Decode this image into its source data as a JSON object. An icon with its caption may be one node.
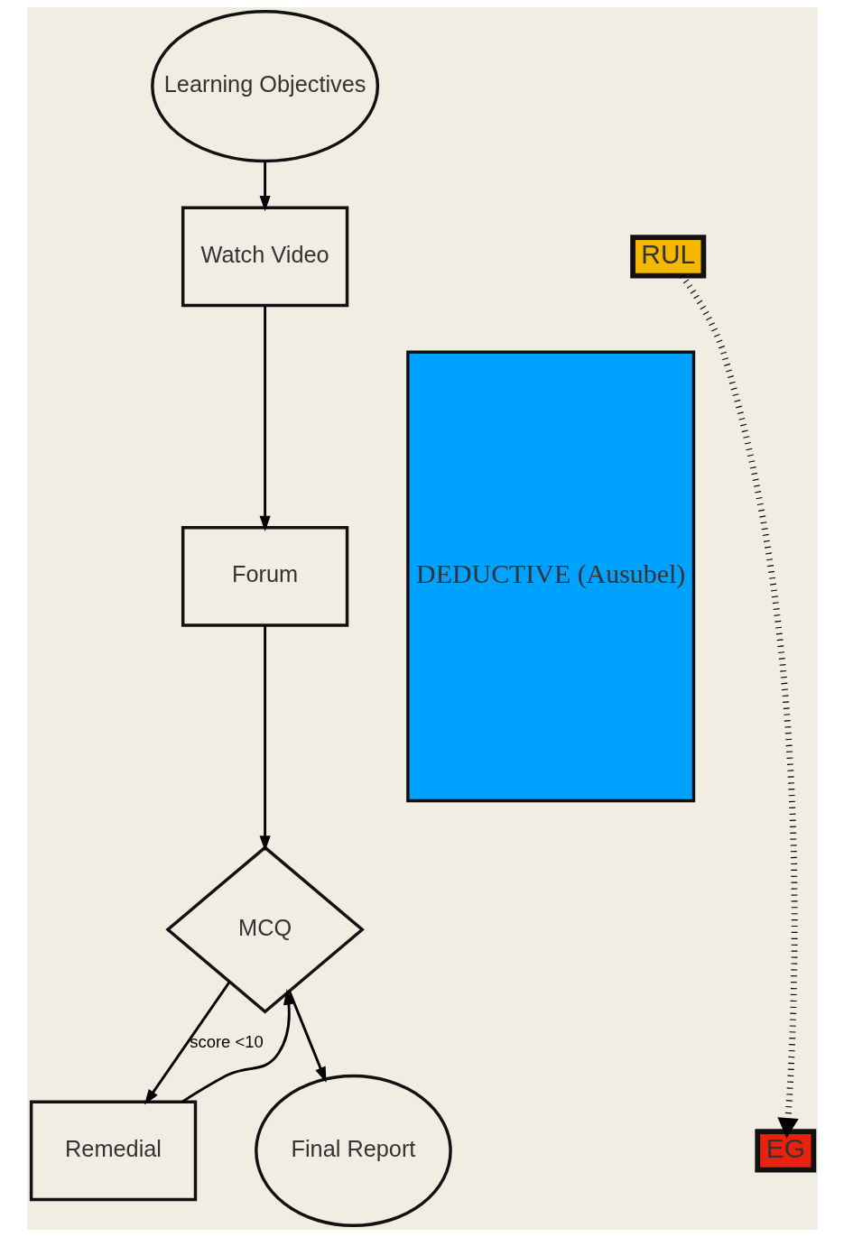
{
  "diagram": {
    "nodes": [
      {
        "text": [
          "Learning Objectives"
        ]
      },
      {
        "text": [
          "Watch Video"
        ]
      },
      {
        "text": [
          "Forum"
        ]
      },
      {
        "text": [
          "MCQ"
        ]
      },
      {
        "text": [
          "Remedial"
        ]
      },
      {
        "text": [
          "Final Report"
        ]
      },
      {
        "text": [
          "RUL"
        ]
      },
      {
        "text": [
          "DEDUCTIVE (Ausubel)"
        ]
      },
      {
        "text": [
          "EG"
        ]
      }
    ],
    "edges": [
      {
        "from": 0,
        "to": 1,
        "arrow": "to"
      },
      {
        "from": 1,
        "to": 2,
        "arrow": "to"
      },
      {
        "from": 2,
        "to": 3,
        "arrow": "to"
      },
      {
        "from": 3,
        "to": 4,
        "arrow": "to",
        "label": "score <10"
      },
      {
        "from": 4,
        "to": 3,
        "arrow": "to"
      },
      {
        "from": 3,
        "to": 5,
        "arrow": "to"
      },
      {
        "from": 6,
        "to": 8,
        "arrow": "to",
        "style": "dashed"
      }
    ]
  }
}
